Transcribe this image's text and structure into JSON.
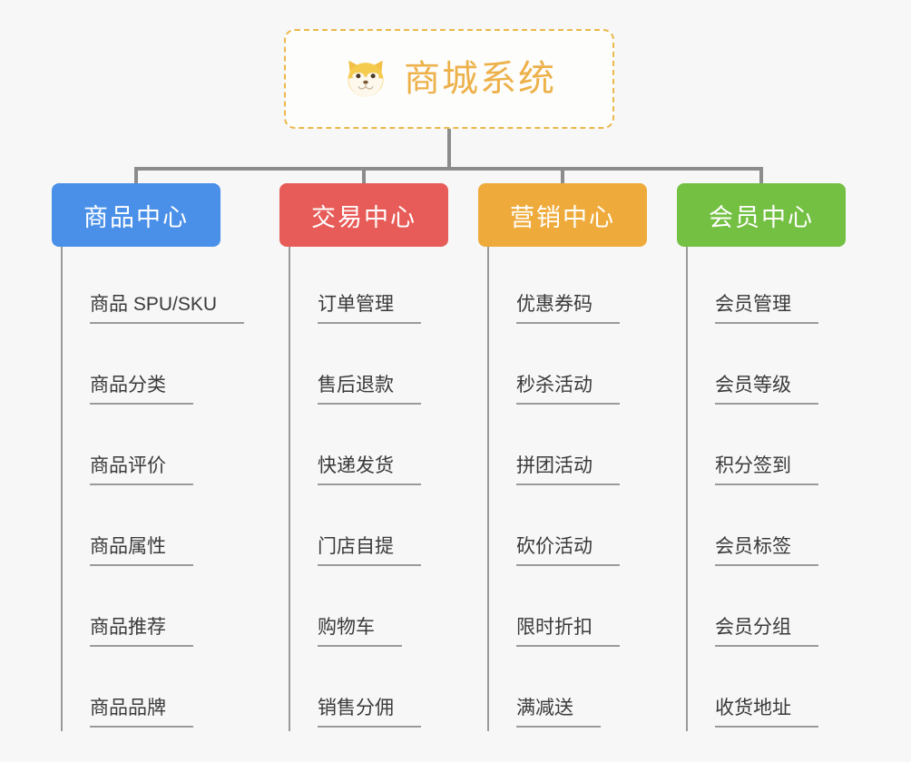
{
  "page": {
    "background_color": "#f7f7f7",
    "connector_color": "#8c8c8c",
    "leaf_line_color": "#9a9a9a"
  },
  "root": {
    "title": "商城系统",
    "icon": "shiba-dog-face-icon",
    "title_color": "#edb14a",
    "border_color": "#eab84a"
  },
  "branches": [
    {
      "label": "商品中心",
      "color": "#4a90e8",
      "leaves": [
        "商品 SPU/SKU",
        "商品分类",
        "商品评价",
        "商品属性",
        "商品推荐",
        "商品品牌"
      ]
    },
    {
      "label": "交易中心",
      "color": "#e75c58",
      "leaves": [
        "订单管理",
        "售后退款",
        "快递发货",
        "门店自提",
        "购物车",
        "销售分佣"
      ]
    },
    {
      "label": "营销中心",
      "color": "#eeab3b",
      "leaves": [
        "优惠券码",
        "秒杀活动",
        "拼团活动",
        "砍价活动",
        "限时折扣",
        "满减送"
      ]
    },
    {
      "label": "会员中心",
      "color": "#74c043",
      "leaves": [
        "会员管理",
        "会员等级",
        "积分签到",
        "会员标签",
        "会员分组",
        "收货地址"
      ]
    }
  ]
}
